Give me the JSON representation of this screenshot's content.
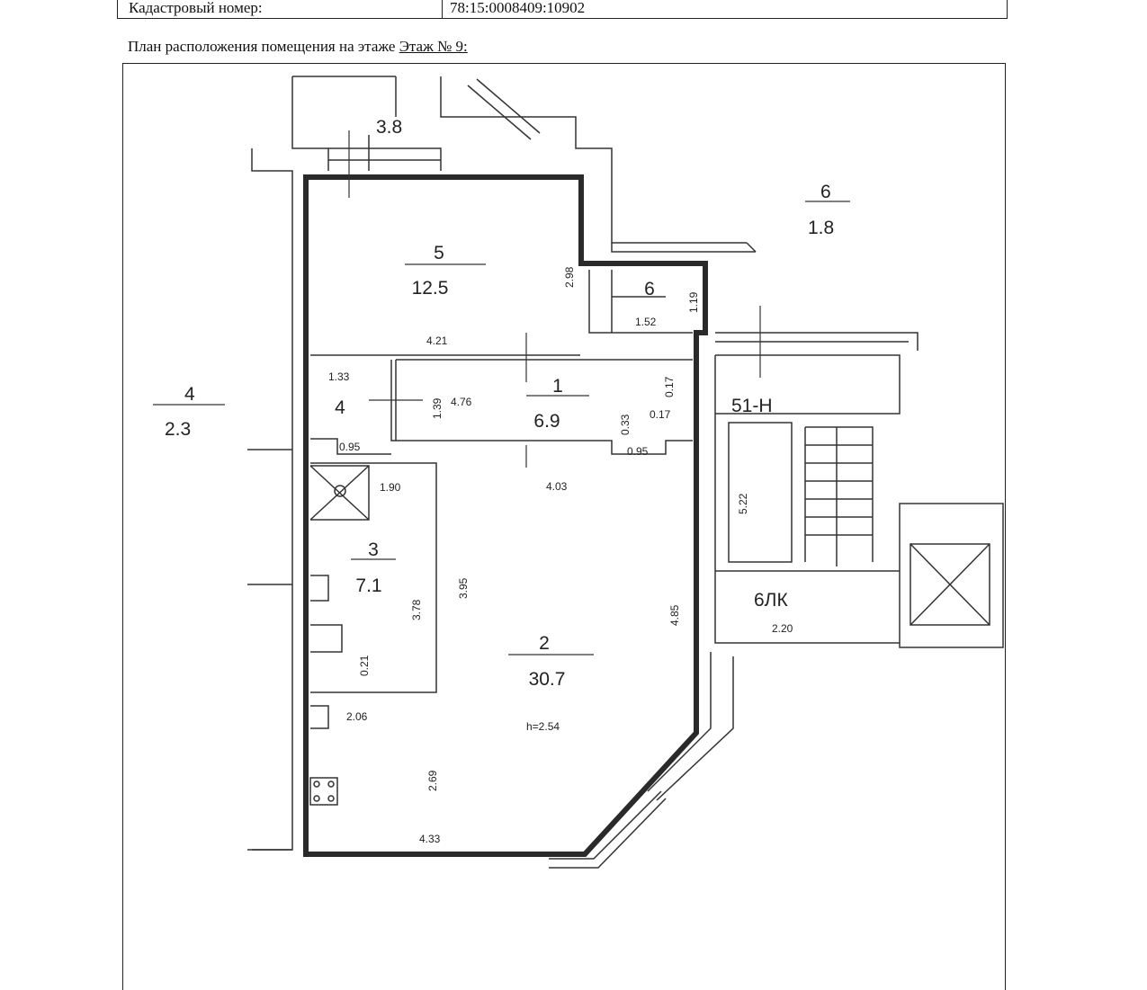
{
  "header": {
    "label": "Кадастровый номер:",
    "value": "78:15:0008409:10902"
  },
  "plan_title": {
    "prefix": "План расположения помещения на этаже",
    "floor": "Этаж № 9:"
  },
  "rooms": [
    {
      "number": "5",
      "area": "12.5"
    },
    {
      "number": "6"
    },
    {
      "number": "1",
      "area": "6.9"
    },
    {
      "number": "4"
    },
    {
      "number": "3",
      "area": "7.1"
    },
    {
      "number": "2",
      "area": "30.7",
      "height": "h=2.54"
    }
  ],
  "outside": {
    "balcony_area": "3.8",
    "room6_number": "6",
    "room6_area": "1.8",
    "room4_number": "4",
    "room4_area": "2.3",
    "unit": "51-Н",
    "stair": "6ЛК",
    "stair_dim": "2.20"
  },
  "dimensions": {
    "d298": "2.98",
    "d119": "1.19",
    "d152": "1.52",
    "d421": "4.21",
    "d133": "1.33",
    "d139": "1.39",
    "d476": "4.76",
    "d017a": "0.17",
    "d017b": "0.17",
    "d033": "0.33",
    "d095a": "0.95",
    "d095b": "0.95",
    "d403": "4.03",
    "d190": "1.90",
    "d522": "5.22",
    "d395": "3.95",
    "d378": "3.78",
    "d485": "4.85",
    "d021": "0.21",
    "d206": "2.06",
    "d269": "2.69",
    "d433": "4.33"
  }
}
